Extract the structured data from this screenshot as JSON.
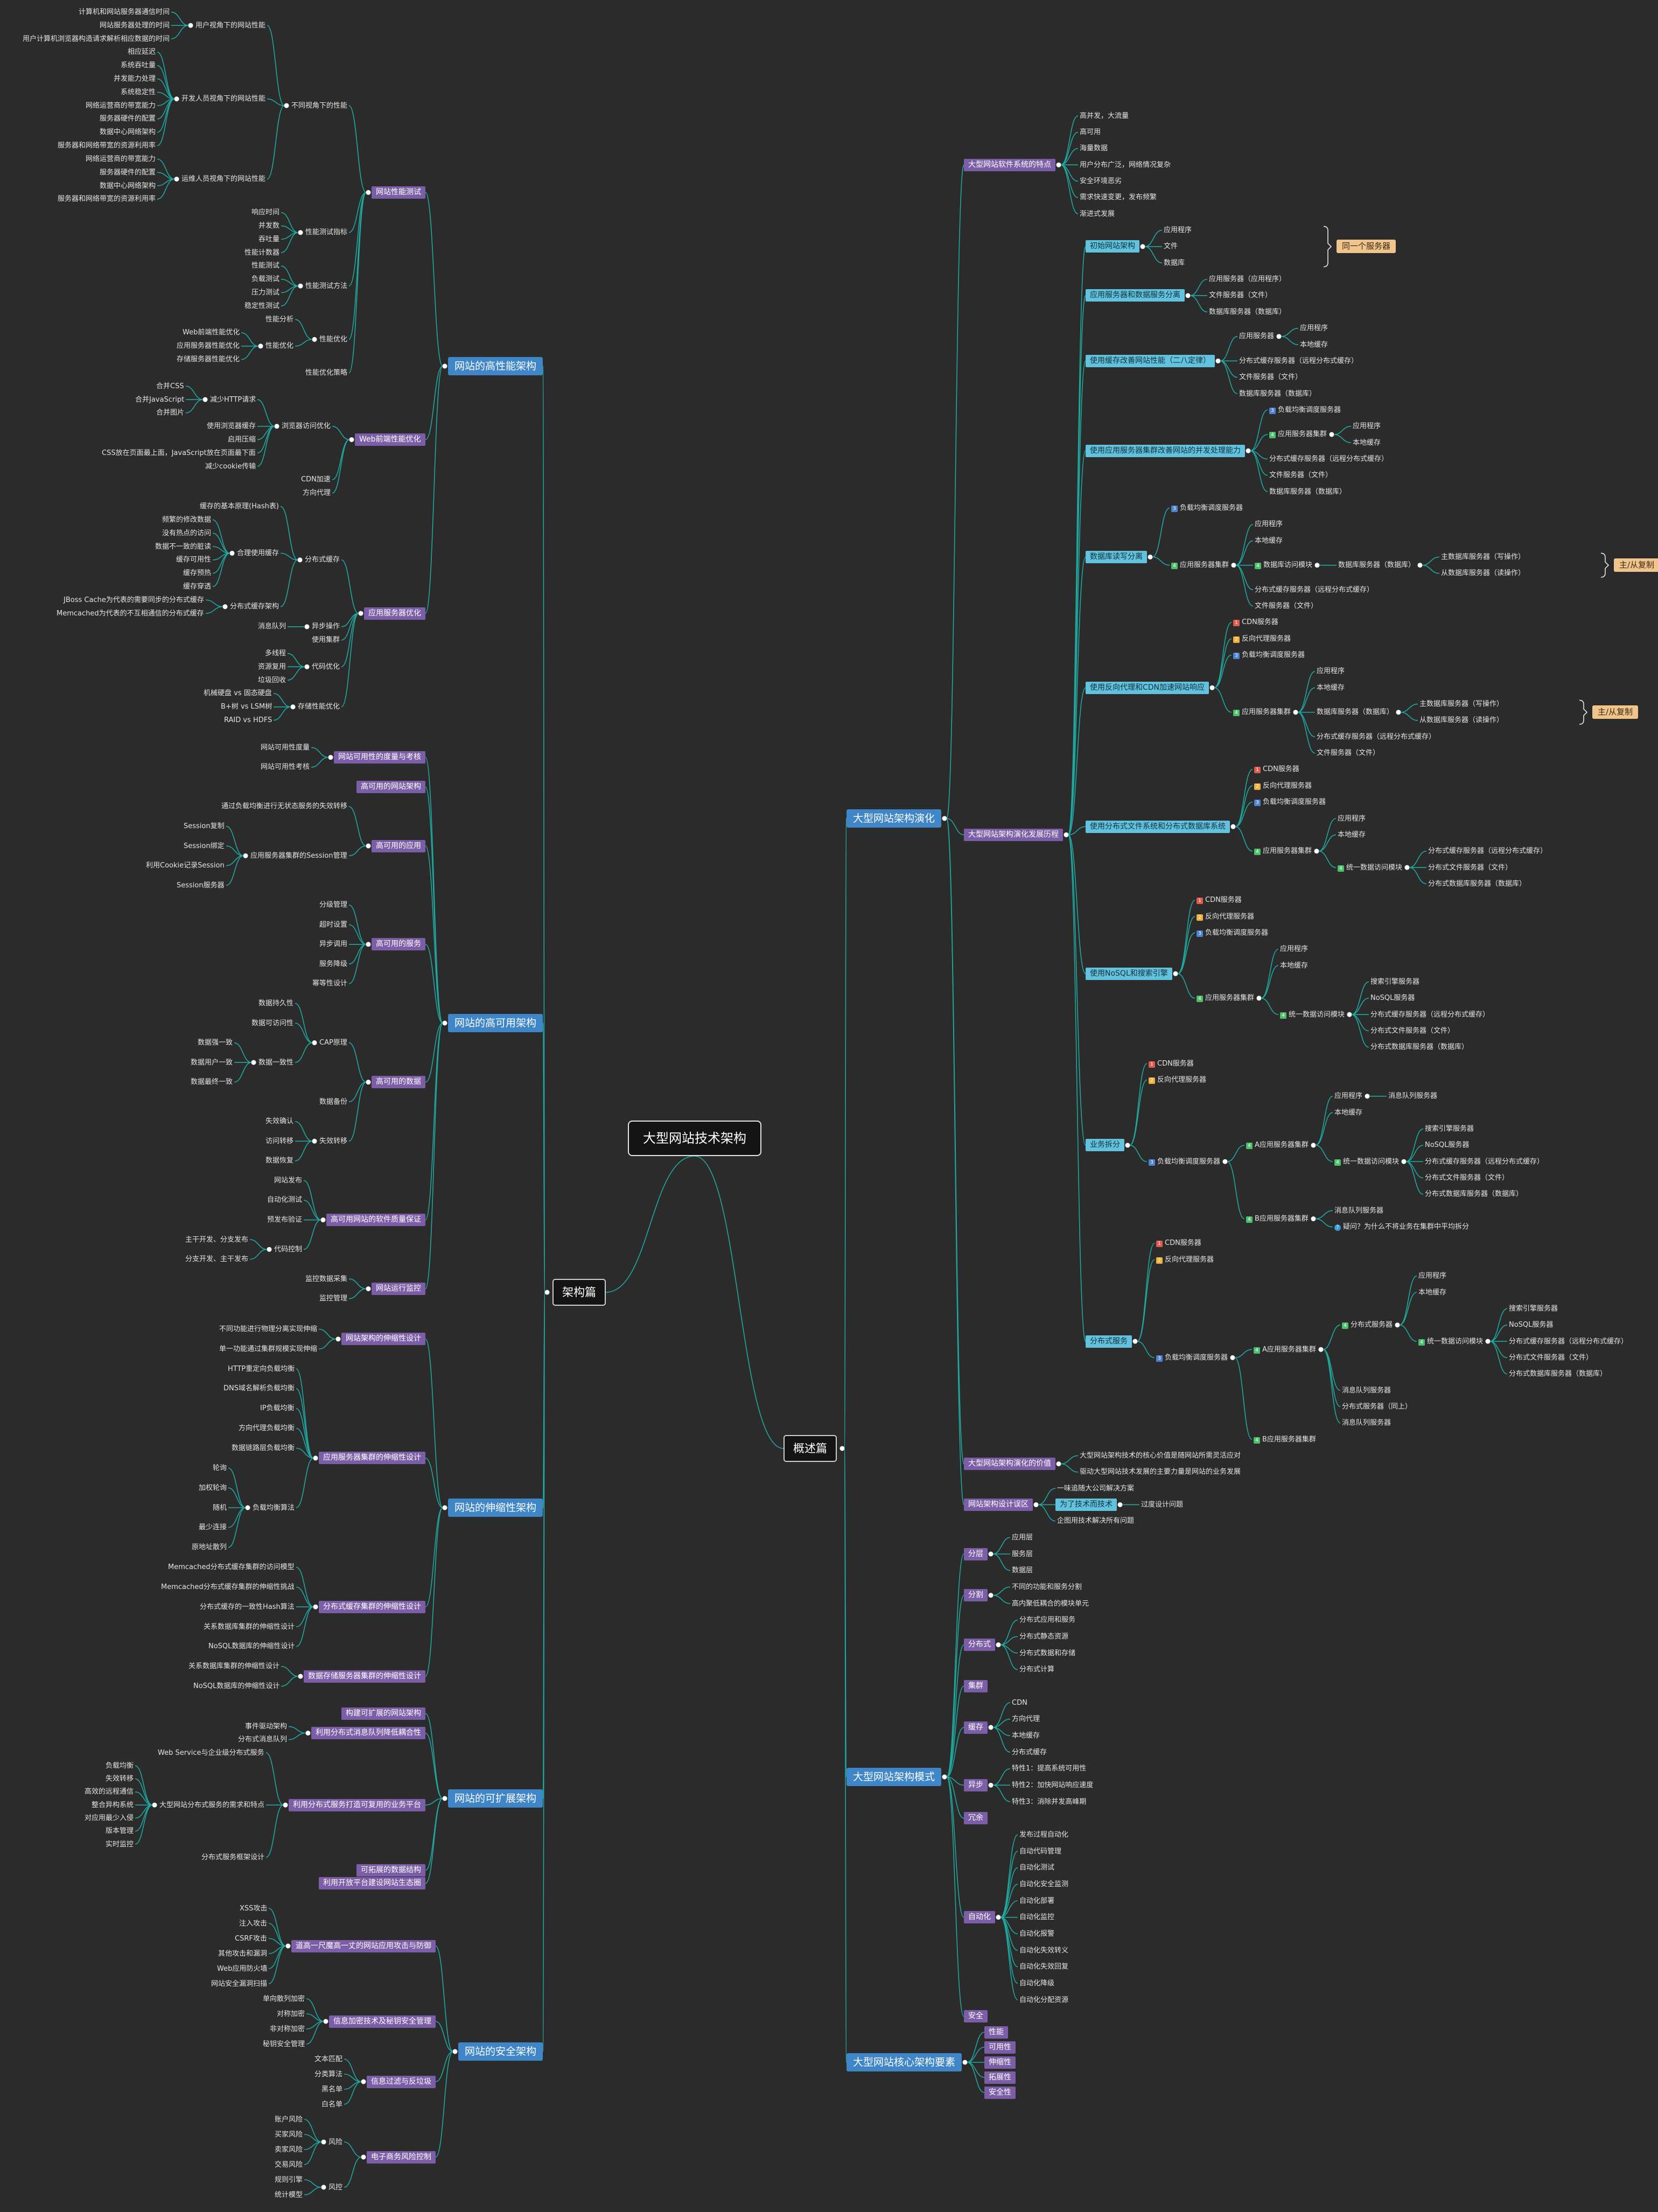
{
  "root": {
    "title": "大型网站技术架构"
  },
  "left": {
    "section_title": "架构篇",
    "branches": [
      {
        "title": "网站的高性能架构",
        "children": [
          {
            "title": "网站性能测试",
            "children": [
              {
                "title": "不同视角下的性能",
                "children": [
                  {
                    "title": "用户视角下的网站性能",
                    "children": [
                      "计算机和网站服务器通信时间",
                      "网站服务器处理的时间",
                      "用户计算机浏览器构造请求解析相应数据的时间"
                    ]
                  },
                  {
                    "title": "开发人员视角下的网站性能",
                    "children": [
                      "相应延迟",
                      "系统吞吐量",
                      "并发能力处理",
                      "系统稳定性",
                      "网络运营商的带宽能力",
                      "服务器硬件的配置",
                      "数据中心网络架构",
                      "服务器和网络带宽的资源利用率"
                    ]
                  },
                  {
                    "title": "运维人员视角下的网站性能",
                    "children": [
                      "网络运营商的带宽能力",
                      "服务器硬件的配置",
                      "数据中心网络架构",
                      "服务器和网络带宽的资源利用率"
                    ]
                  }
                ]
              },
              {
                "title": "性能测试指标",
                "children": [
                  "响应时间",
                  "并发数",
                  "吞吐量",
                  "性能计数器"
                ]
              },
              {
                "title": "性能测试方法",
                "children": [
                  "性能测试",
                  "负载测试",
                  "压力测试",
                  "稳定性测试"
                ]
              },
              {
                "title": "性能优化",
                "children": [
                  "性能分析",
                  {
                    "title": "性能优化",
                    "children": [
                      "Web前端性能优化",
                      "应用服务器性能优化",
                      "存储服务器性能优化"
                    ]
                  }
                ]
              },
              "性能优化策略"
            ]
          },
          {
            "title": "Web前端性能优化",
            "children": [
              {
                "title": "浏览器访问优化",
                "children": [
                  {
                    "title": "减少HTTP请求",
                    "children": [
                      "合并CSS",
                      "合并JavaScript",
                      "合并图片"
                    ]
                  },
                  "使用浏览器缓存",
                  "启用压缩",
                  "CSS放在页面最上面，JavaScript放在页面最下面",
                  "减少cookie传输"
                ]
              },
              "CDN加速",
              "方向代理"
            ]
          },
          {
            "title": "应用服务器优化",
            "children": [
              {
                "title": "分布式缓存",
                "children": [
                  "缓存的基本原理(Hash表)",
                  {
                    "title": "合理使用缓存",
                    "children": [
                      "频繁的修改数据",
                      "没有热点的访问",
                      "数据不一致的脏读",
                      "缓存可用性",
                      "缓存预热",
                      "缓存穿透"
                    ]
                  },
                  {
                    "title": "分布式缓存架构",
                    "children": [
                      "JBoss Cache为代表的需要同步的分布式缓存",
                      "Memcached为代表的不互相通信的分布式缓存"
                    ]
                  }
                ]
              },
              {
                "title": "异步操作",
                "children": [
                  "消息队列"
                ]
              },
              "使用集群",
              {
                "title": "代码优化",
                "children": [
                  "多线程",
                  "资源复用",
                  "垃圾回收"
                ]
              },
              {
                "title": "存储性能优化",
                "children": [
                  "机械硬盘 vs 固态硬盘",
                  "B+树 vs LSM树",
                  "RAID vs HDFS"
                ]
              }
            ]
          }
        ]
      },
      {
        "title": "网站的高可用架构",
        "children": [
          {
            "title": "网站可用性的度量与考核",
            "children": [
              "网站可用性度量",
              "网站可用性考核"
            ]
          },
          "高可用的网站架构",
          {
            "title": "高可用的应用",
            "children": [
              "通过负载均衡进行无状态服务的失效转移",
              {
                "title": "应用服务器集群的Session管理",
                "children": [
                  "Session复制",
                  "Session绑定",
                  "利用Cookie记录Session",
                  "Session服务器"
                ]
              }
            ]
          },
          {
            "title": "高可用的服务",
            "children": [
              "分级管理",
              "超时设置",
              "异步调用",
              "服务降级",
              "幂等性设计"
            ]
          },
          {
            "title": "高可用的数据",
            "children": [
              {
                "title": "CAP原理",
                "children": [
                  "数据持久性",
                  "数据可访问性",
                  {
                    "title": "数据一致性",
                    "children": [
                      "数据强一致",
                      "数据用户一致",
                      "数据最终一致"
                    ]
                  }
                ]
              },
              "数据备份",
              {
                "title": "失效转移",
                "children": [
                  "失效确认",
                  "访问转移",
                  "数据恢复"
                ]
              }
            ]
          },
          {
            "title": "高可用网站的软件质量保证",
            "children": [
              "网站发布",
              "自动化测试",
              "预发布验证",
              {
                "title": "代码控制",
                "children": [
                  "主干开发、分支发布",
                  "分支开发、主干发布"
                ]
              }
            ]
          },
          {
            "title": "网站运行监控",
            "children": [
              "监控数据采集",
              "监控管理"
            ]
          }
        ]
      },
      {
        "title": "网站的伸缩性架构",
        "children": [
          {
            "title": "网站架构的伸缩性设计",
            "children": [
              "不同功能进行物理分离实现伸缩",
              "单一功能通过集群规模实现伸缩"
            ]
          },
          {
            "title": "应用服务器集群的伸缩性设计",
            "children": [
              "HTTP重定向负载均衡",
              "DNS域名解析负载均衡",
              "IP负载均衡",
              "方向代理负载均衡",
              "数据链路层负载均衡",
              {
                "title": "负载均衡算法",
                "children": [
                  "轮询",
                  "加权轮询",
                  "随机",
                  "最少连接",
                  "原地址散列"
                ]
              }
            ]
          },
          {
            "title": "分布式缓存集群的伸缩性设计",
            "children": [
              "Memcached分布式缓存集群的访问模型",
              "Memcached分布式缓存集群的伸缩性挑战",
              "分布式缓存的一致性Hash算法",
              "关系数据库集群的伸缩性设计",
              "NoSQL数据库的伸缩性设计"
            ]
          },
          {
            "title": "数据存储服务器集群的伸缩性设计",
            "children": [
              "关系数据库集群的伸缩性设计",
              "NoSQL数据库的伸缩性设计"
            ]
          }
        ]
      },
      {
        "title": "网站的可扩展架构",
        "children": [
          "构建可扩展的网站架构",
          {
            "title": "利用分布式消息队列降低耦合性",
            "children": [
              "事件驱动架构",
              "分布式消息队列"
            ]
          },
          {
            "title": "利用分布式服务打造可复用的业务平台",
            "children": [
              "Web Service与企业级分布式服务",
              {
                "title": "大型网站分布式服务的需求和特点",
                "children": [
                  "负载均衡",
                  "失效转移",
                  "高效的远程通信",
                  "整合异构系统",
                  "对应用最少入侵",
                  "版本管理",
                  "实时监控"
                ]
              },
              "分布式服务框架设计"
            ]
          },
          "可拓展的数据结构",
          "利用开放平台建设网站生态圈"
        ]
      },
      {
        "title": "网站的安全架构",
        "children": [
          {
            "title": "道高一尺魔高一丈的网站应用攻击与防御",
            "children": [
              "XSS攻击",
              "注入攻击",
              "CSRF攻击",
              "其他攻击和漏洞",
              "Web应用防火墙",
              "网站安全漏洞扫描"
            ]
          },
          {
            "title": "信息加密技术及秘钥安全管理",
            "children": [
              "单向散列加密",
              "对称加密",
              "非对称加密",
              "秘钥安全管理"
            ]
          },
          {
            "title": "信息过滤与反垃圾",
            "children": [
              "文本匹配",
              "分类算法",
              "黑名单",
              "白名单"
            ]
          },
          {
            "title": "电子商务风险控制",
            "children": [
              {
                "title": "风险",
                "children": [
                  "账户风险",
                  "买家风险",
                  "卖家风险",
                  "交易风险"
                ]
              },
              {
                "title": "风控",
                "children": [
                  "规则引擎",
                  "统计模型"
                ]
              }
            ]
          }
        ]
      }
    ]
  },
  "right": {
    "section_title": "概述篇",
    "branches": [
      {
        "title": "大型网站架构演化",
        "children": [
          {
            "title": "大型网站软件系统的特点",
            "children": [
              "高并发，大流量",
              "高可用",
              "海量数据",
              "用户分布广泛，网络情况复杂",
              "安全环境恶劣",
              "需求快速变更，发布频繁",
              "渐进式发展"
            ]
          },
          {
            "title": "大型网站架构演化发展历程",
            "children": [
              {
                "title": "初始网站架构",
                "children": [
                  "应用程序",
                  "文件",
                  "数据库"
                ],
                "callout": "同一个服务器"
              },
              {
                "title": "应用服务器和数据服务分离",
                "children": [
                  "应用服务器（应用程序）",
                  "文件服务器（文件）",
                  "数据库服务器（数据库）"
                ]
              },
              {
                "title": "使用缓存改善网站性能（二八定律）",
                "children": [
                  {
                    "title": "应用服务器",
                    "children": [
                      "应用程序",
                      "本地缓存"
                    ]
                  },
                  "分布式缓存服务器（远程分布式缓存）",
                  "文件服务器（文件）",
                  "数据库服务器（数据库）"
                ]
              },
              {
                "title": "使用应用服务器集群改善网站的并发处理能力",
                "children": [
                  "负载均衡调度服务器",
                  {
                    "title": "应用服务器集群",
                    "children": [
                      "应用程序",
                      "本地缓存"
                    ]
                  },
                  "分布式缓存服务器（远程分布式缓存）",
                  "文件服务器（文件）",
                  "数据库服务器（数据库）"
                ]
              },
              {
                "title": "数据库读写分离",
                "children": [
                  "负载均衡调度服务器",
                  {
                    "title": "应用服务器集群",
                    "children": [
                      "应用程序",
                      "本地缓存",
                      {
                        "title": "数据库访问模块",
                        "children": [
                          {
                            "title": "数据库服务器（数据库）",
                            "children": [
                              "主数据库服务器（写操作）",
                              "从数据库服务器（读操作）"
                            ],
                            "callout": "主/从复制"
                          }
                        ]
                      },
                      "分布式缓存服务器（远程分布式缓存）",
                      "文件服务器（文件）"
                    ]
                  }
                ]
              },
              {
                "title": "使用反向代理和CDN加速网站响应",
                "children": [
                  "CDN服务器",
                  "反向代理服务器",
                  "负载均衡调度服务器",
                  {
                    "title": "应用服务器集群",
                    "children": [
                      "应用程序",
                      "本地缓存",
                      {
                        "title": "数据库服务器（数据库）",
                        "children": [
                          "主数据库服务器（写操作）",
                          "从数据库服务器（读操作）"
                        ],
                        "callout": "主/从复制"
                      },
                      "分布式缓存服务器（远程分布式缓存）",
                      "文件服务器（文件）"
                    ]
                  }
                ]
              },
              {
                "title": "使用分布式文件系统和分布式数据库系统",
                "children": [
                  "CDN服务器",
                  "反向代理服务器",
                  "负载均衡调度服务器",
                  {
                    "title": "应用服务器集群",
                    "children": [
                      "应用程序",
                      "本地缓存",
                      {
                        "title": "统一数据访问模块",
                        "children": [
                          "分布式缓存服务器（远程分布式缓存）",
                          "分布式文件服务器（文件）",
                          "分布式数据库服务器（数据库）"
                        ]
                      }
                    ]
                  }
                ]
              },
              {
                "title": "使用NoSQL和搜索引擎",
                "children": [
                  "CDN服务器",
                  "反向代理服务器",
                  "负载均衡调度服务器",
                  {
                    "title": "应用服务器集群",
                    "children": [
                      "应用程序",
                      "本地缓存",
                      {
                        "title": "统一数据访问模块",
                        "children": [
                          "搜索引擎服务器",
                          "NoSQL服务器",
                          "分布式缓存服务器（远程分布式缓存）",
                          "分布式文件服务器（文件）",
                          "分布式数据库服务器（数据库）"
                        ]
                      }
                    ]
                  }
                ]
              },
              {
                "title": "业务拆分",
                "children": [
                  "CDN服务器",
                  "反向代理服务器",
                  {
                    "title": "负载均衡调度服务器",
                    "children": [
                      {
                        "title": "A应用服务器集群",
                        "children": [
                          {
                            "title": "应用程序",
                            "children": [
                              "消息队列服务器"
                            ]
                          },
                          "本地缓存",
                          {
                            "title": "统一数据访问模块",
                            "children": [
                              "搜索引擎服务器",
                              "NoSQL服务器",
                              "分布式缓存服务器（远程分布式缓存）",
                              "分布式文件服务器（文件）",
                              "分布式数据库服务器（数据库）"
                            ]
                          }
                        ]
                      },
                      {
                        "title": "B应用服务器集群",
                        "children": [
                          "消息队列服务器",
                          "疑问？为什么不将业务在集群中平均拆分"
                        ]
                      }
                    ]
                  }
                ]
              },
              {
                "title": "分布式服务",
                "children": [
                  "CDN服务器",
                  "反向代理服务器",
                  {
                    "title": "负载均衡调度服务器",
                    "children": [
                      {
                        "title": "A应用服务器集群",
                        "children": [
                          {
                            "title": "分布式服务器",
                            "children": [
                              "应用程序",
                              "本地缓存",
                              {
                                "title": "统一数据访问模块",
                                "children": [
                                  "搜索引擎服务器",
                                  "NoSQL服务器",
                                  "分布式缓存服务器（远程分布式缓存）",
                                  "分布式文件服务器（文件）",
                                  "分布式数据库服务器（数据库）"
                                ]
                              }
                            ]
                          },
                          "消息队列服务器",
                          "分布式服务器（同上）",
                          "消息队列服务器"
                        ]
                      },
                      "B应用服务器集群"
                    ]
                  }
                ]
              }
            ]
          },
          {
            "title": "大型网站架构演化的价值",
            "children": [
              "大型网站架构技术的核心价值是随网站所需灵活应对",
              "驱动大型网站技术发展的主要力量是网站的业务发展"
            ]
          },
          {
            "title": "网站架构设计误区",
            "children": [
              "一味追随大公司解决方案",
              {
                "title": "为了技术而技术",
                "children": [
                  "过度设计问题"
                ]
              },
              "企图用技术解决所有问题"
            ]
          }
        ]
      },
      {
        "title": "大型网站架构模式",
        "children": [
          {
            "title": "分层",
            "children": [
              "应用层",
              "服务层",
              "数据层"
            ]
          },
          {
            "title": "分割",
            "children": [
              "不同的功能和服务分割",
              "高内聚低耦合的模块单元"
            ]
          },
          {
            "title": "分布式",
            "children": [
              "分布式应用和服务",
              "分布式静态资源",
              "分布式数据和存储",
              "分布式计算"
            ]
          },
          "集群",
          {
            "title": "缓存",
            "children": [
              "CDN",
              "方向代理",
              "本地缓存",
              "分布式缓存"
            ]
          },
          {
            "title": "异步",
            "children": [
              "特性1：提高系统可用性",
              "特性2：加快网站响应速度",
              "特性3：消除并发高峰期"
            ]
          },
          "冗余",
          {
            "title": "自动化",
            "children": [
              "发布过程自动化",
              "自动代码管理",
              "自动化测试",
              "自动化安全监测",
              "自动化部署",
              "自动化监控",
              "自动化报警",
              "自动化失效转义",
              "自动化失效回复",
              "自动化降级",
              "自动化分配资源"
            ]
          },
          "安全"
        ]
      },
      {
        "title": "大型网站核心架构要素",
        "children": [
          "性能",
          "可用性",
          "伸缩性",
          "拓展性",
          "安全性"
        ]
      }
    ]
  },
  "badges": {
    "lb": "1",
    "app": "2",
    "db": "3",
    "cache": "4",
    "info": "?",
    "colors": {
      "red": "#e05a4e",
      "orange": "#f0b23a",
      "blue": "#4f83d1",
      "green": "#4bbf6b",
      "lightblue": "#7fb7e6",
      "info": "#3a9ad9"
    }
  },
  "colors": {
    "background": "#2b2b2b",
    "link": "#1fa8a0",
    "purple": "#7b5ea7",
    "blue": "#3e86c7",
    "cyan": "#62c2dd",
    "orange": "#f1c48c"
  }
}
